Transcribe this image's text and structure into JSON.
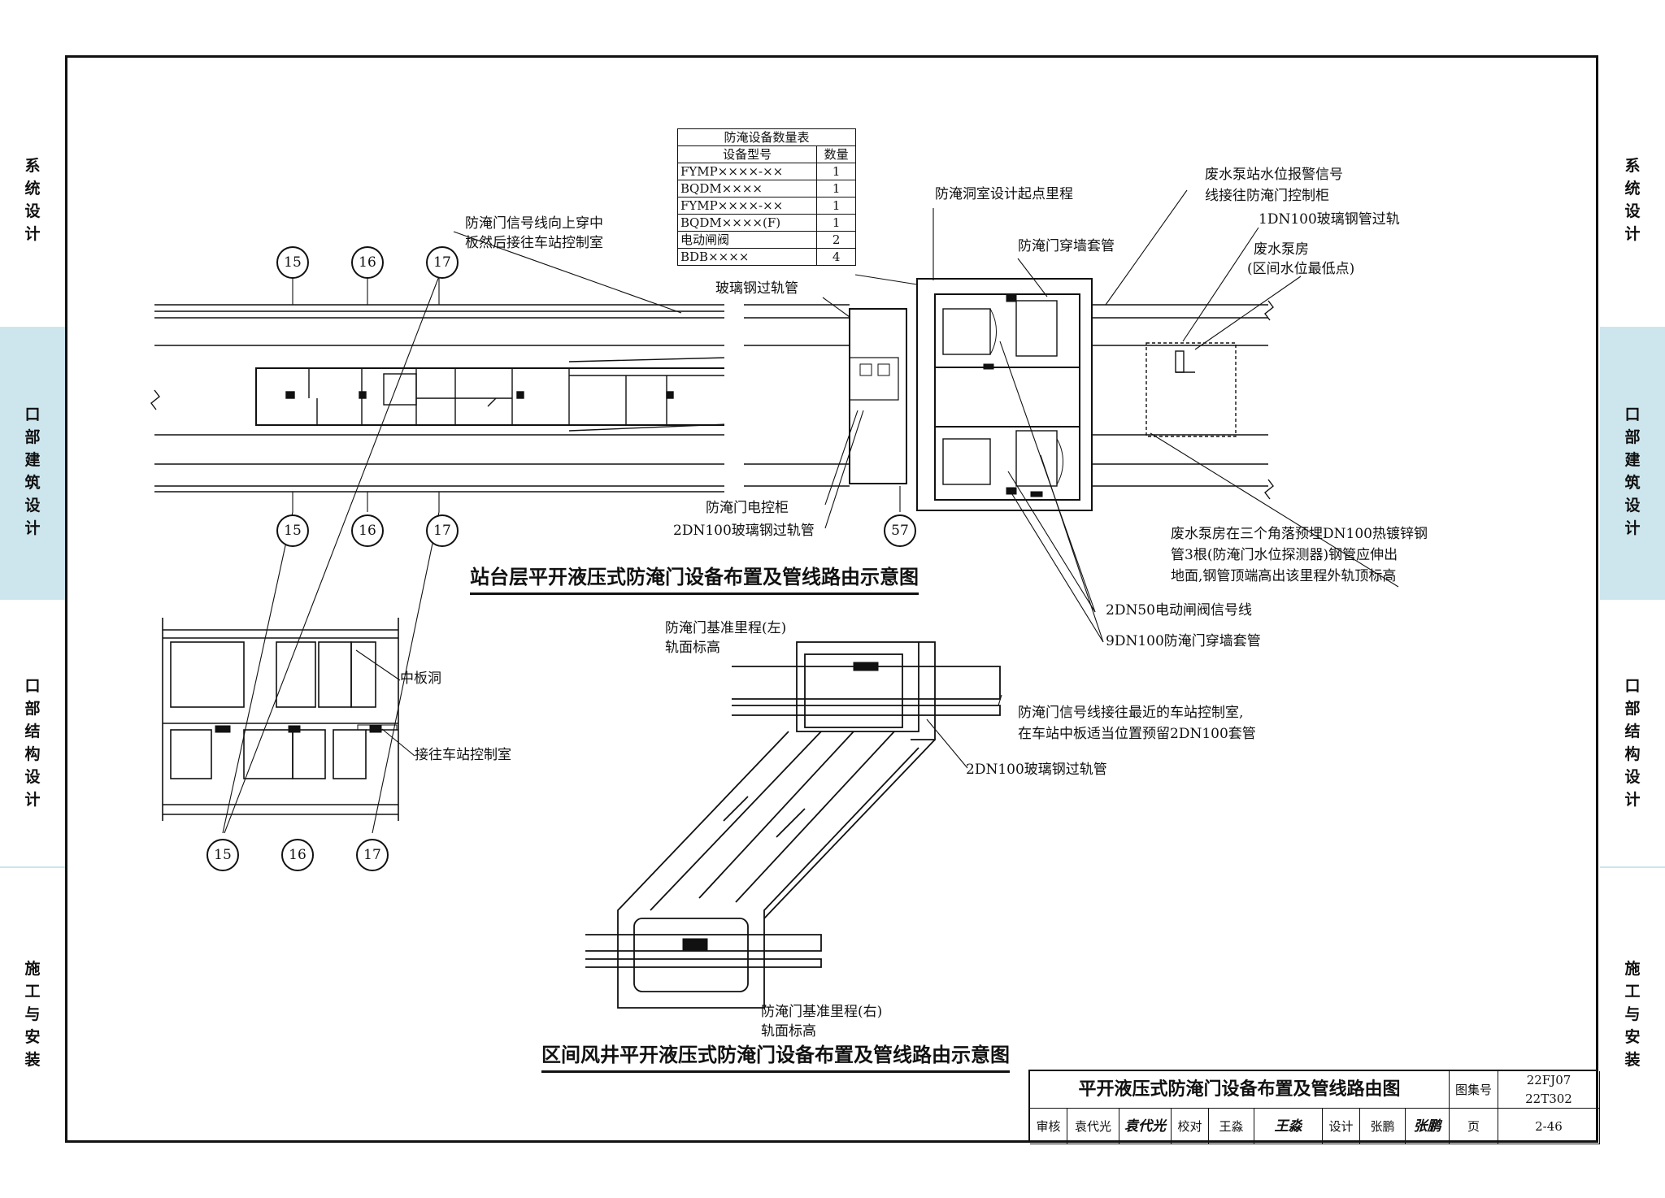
{
  "side_tabs": [
    "系统设计",
    "口部建筑设计",
    "口部结构设计",
    "施工与安装"
  ],
  "table": {
    "title": "防淹设备数量表",
    "headers": [
      "设备型号",
      "数量"
    ],
    "rows": [
      {
        "model": "FYMP××××-××",
        "qty": "1"
      },
      {
        "model": "BQDM××××",
        "qty": "1"
      },
      {
        "model": "FYMP××××-××",
        "qty": "1"
      },
      {
        "model": "BQDM××××(F)",
        "qty": "1"
      },
      {
        "model": "电动闸阀",
        "qty": "2"
      },
      {
        "model": "BDB××××",
        "qty": "4"
      }
    ]
  },
  "labels": {
    "signal_up_1": "防淹门信号线向上穿中",
    "signal_up_2": "板然后接往车站控制室",
    "start_mileage": "防淹洞室设计起点里程",
    "wall_sleeve": "防淹门穿墙套管",
    "frp_track": "玻璃钢过轨管",
    "alarm_1": "废水泵站水位报警信号",
    "alarm_2": "线接往防淹门控制柜",
    "dn100_frp": "1DN100玻璃钢管过轨",
    "pump_room": "废水泵房",
    "lowest_point": "(区间水位最低点)",
    "control_cabinet": "防淹门电控柜",
    "dn100x2": "2DN100玻璃钢过轨管",
    "pump_note_1": "废水泵房在三个角落预埋DN100热镀锌钢",
    "pump_note_2": "管3根(防淹门水位探测器)钢管应伸出",
    "pump_note_3": "地面,钢管顶端高出该里程外轨顶标高",
    "dn50_signal": "2DN50电动闸阀信号线",
    "dn100x9": "9DN100防淹门穿墙套管",
    "slab_hole": "中板洞",
    "to_control_room": "接往车站控制室",
    "ref_left": "防淹门基准里程(左)",
    "rail_left": "轨面标高",
    "signal_note_1": "防淹门信号线接往最近的车站控制室,",
    "signal_note_2": "在车站中板适当位置预留2DN100套管",
    "dn100x2_b": "2DN100玻璃钢过轨管",
    "ref_right": "防淹门基准里程(右)",
    "rail_right": "轨面标高"
  },
  "axis_tags": {
    "a15": "15",
    "a16": "16",
    "a17": "17",
    "a57": "57"
  },
  "titles": {
    "platform": "站台层平开液压式防淹门设备布置及管线路由示意图",
    "shaft": "区间风井平开液压式防淹门设备布置及管线路由示意图"
  },
  "title_block": {
    "title": "平开液压式防淹门设备布置及管线路由图",
    "atlas_label": "图集号",
    "atlas_1": "22FJ07",
    "atlas_2": "22T302",
    "review_label": "审核",
    "reviewer": "袁代光",
    "reviewer_sig": "袁代光",
    "check_label": "校对",
    "checker": "王淼",
    "checker_sig": "王淼",
    "design_label": "设计",
    "designer": "张鹏",
    "designer_sig": "张鹏",
    "page_label": "页",
    "page": "2-46"
  }
}
